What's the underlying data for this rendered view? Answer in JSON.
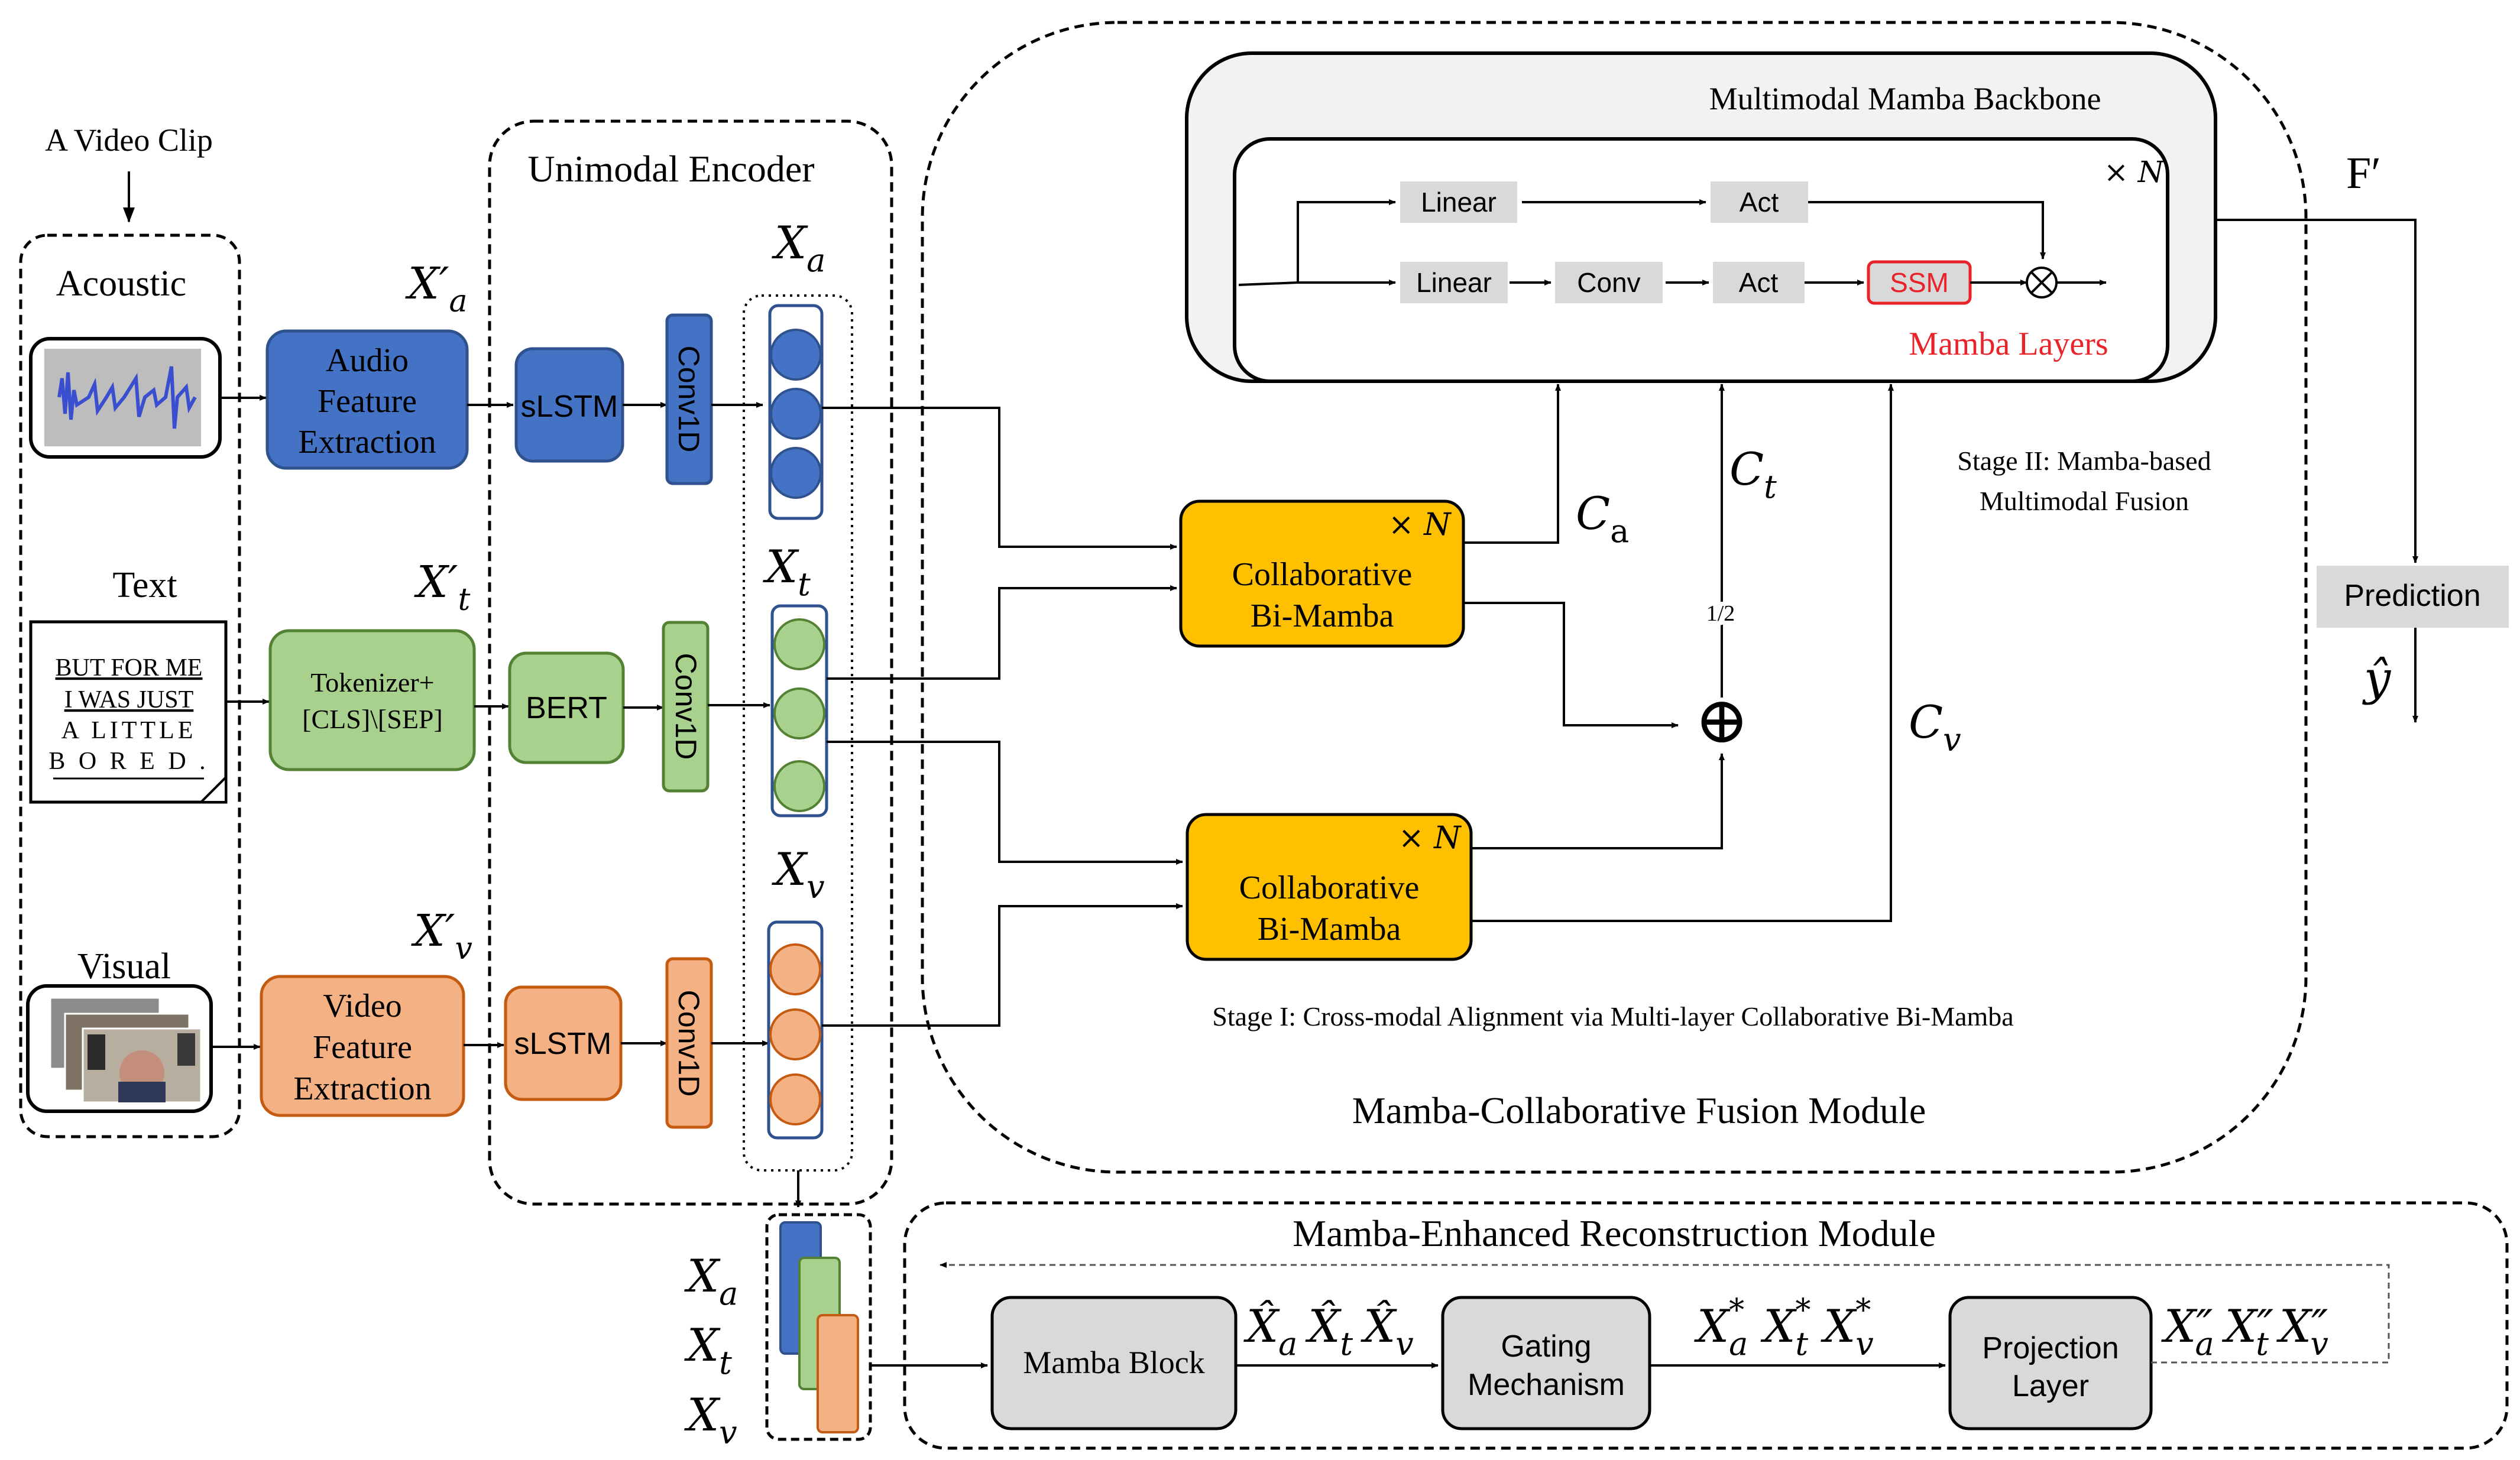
{
  "input": {
    "title": "A Video Clip",
    "acoustic_label": "Acoustic",
    "text_label": "Text",
    "text_sample": [
      "BUT FOR ME",
      "I WAS JUST",
      "A  LITTLE",
      "B O R E D ."
    ],
    "visual_label": "Visual"
  },
  "feature": {
    "audio": [
      "Audio",
      "Feature",
      "Extraction"
    ],
    "text": [
      "Tokenizer+",
      "[CLS]\\[SEP]"
    ],
    "video": [
      "Video",
      "Feature",
      "Extraction"
    ],
    "xa_prime": "X′",
    "xa_prime_sub": "a",
    "xt_prime": "X′",
    "xt_prime_sub": "t",
    "xv_prime": "X′",
    "xv_prime_sub": "v"
  },
  "encoder": {
    "title": "Unimodal Encoder",
    "slstm": "sLSTM",
    "bert": "BERT",
    "conv1d": "Conv1D",
    "xa": "X",
    "xa_sub": "a",
    "xt": "X",
    "xt_sub": "t",
    "xv": "X",
    "xv_sub": "v"
  },
  "fusion": {
    "module_title": "Mamba-Collaborative Fusion Module",
    "backbone_title": "Multimodal Mamba Backbone",
    "times_n": "× N",
    "linear": "Linear",
    "conv": "Conv",
    "act": "Act",
    "ssm": "SSM",
    "mamba_layers": "Mamba Layers",
    "collab_1": [
      "Collaborative",
      "Bi-Mamba"
    ],
    "collab_2": [
      "Collaborative",
      "Bi-Mamba"
    ],
    "ca": "C",
    "ca_sub": "a",
    "ct": "C",
    "ct_sub": "t",
    "cv": "C",
    "cv_sub": "v",
    "half": "1/2",
    "plus": "⊕",
    "otimes": "⊗",
    "stage1": "Stage I: Cross-modal Alignment via Multi-layer Collaborative Bi-Mamba",
    "stage2": [
      "Stage II: Mamba-based",
      "Multimodal Fusion"
    ]
  },
  "output": {
    "f_prime": "F′",
    "prediction": "Prediction",
    "y_hat": "ŷ"
  },
  "reconstruction": {
    "title": "Mamba-Enhanced Reconstruction Module",
    "mamba_block": "Mamba Block",
    "gating": [
      "Gating",
      "Mechanism"
    ],
    "projection": [
      "Projection",
      "Layer"
    ],
    "stack_labels": [
      "X",
      "X",
      "X"
    ],
    "stack_subs": [
      "a",
      "t",
      "v"
    ],
    "hat_labels": [
      "X̂",
      "X̂",
      "X̂"
    ],
    "hat_subs": [
      "a",
      "t",
      "v"
    ],
    "star_labels": [
      "X",
      "X",
      "X"
    ],
    "star_subs": [
      "a",
      "t",
      "v"
    ],
    "star_sup": "*",
    "dd_labels": [
      "X",
      "X",
      "X"
    ],
    "dd_subs": [
      "a",
      "t",
      "v"
    ],
    "dd_sup": "″"
  },
  "colors": {
    "blue": "#4472C4",
    "green": "#A9D18E",
    "orange": "#F4B183",
    "yellow": "#FFC000",
    "gray": "#D9D9D9",
    "red": "#E8242A"
  }
}
